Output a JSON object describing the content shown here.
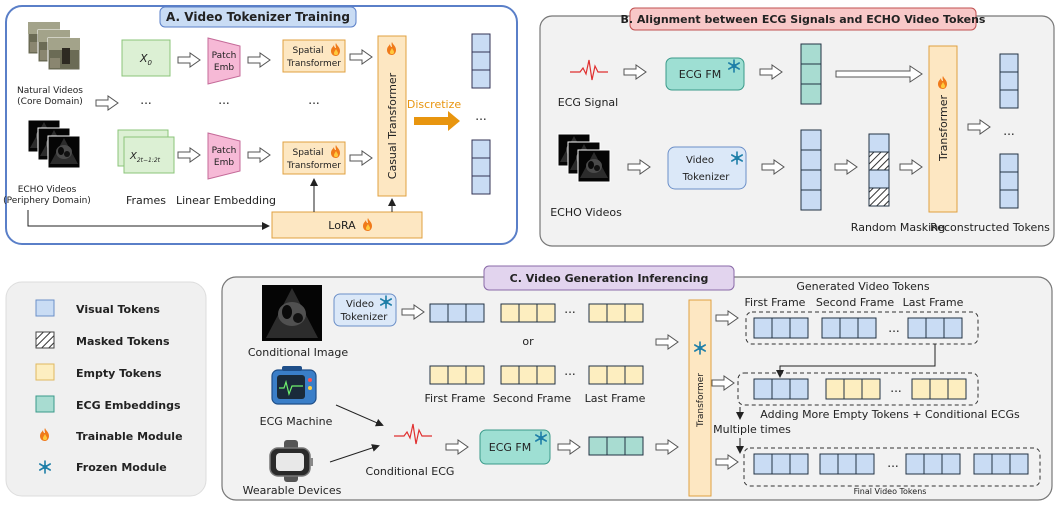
{
  "panel_a": {
    "title": "A. Video Tokenizer Training",
    "natural_videos": "Natural Videos",
    "natural_videos_sub": "(Core Domain)",
    "echo_videos": "ECHO Videos",
    "echo_videos_sub": "(Periphery Domain)",
    "x0": "X",
    "x0_sub": "0",
    "x2t": "X",
    "x2t_sub": "2t−1:2t",
    "dots": "...",
    "patch_emb_1": "Patch",
    "patch_emb_2": "Emb",
    "spatial_1": "Spatial",
    "spatial_2": "Transformer",
    "casual_transformer": "Casual Transformer",
    "discretize": "Discretize",
    "frames": "Frames",
    "linear_embedding": "Linear Embedding",
    "lora": "LoRA"
  },
  "panel_b": {
    "title": "B. Alignment between ECG Signals and ECHO Video Tokens",
    "ecg_signal": "ECG Signal",
    "ecg_fm": "ECG FM",
    "echo_videos": "ECHO Videos",
    "video_tokenizer_1": "Video",
    "video_tokenizer_2": "Tokenizer",
    "transformer": "Transformer",
    "random_masking": "Random Masking",
    "reconstructed_tokens": "Reconstructed Tokens",
    "dots": "..."
  },
  "panel_c": {
    "title": "C. Video Generation Inferencing",
    "video_tokenizer_1": "Video",
    "video_tokenizer_2": "Tokenizer",
    "conditional_image": "Conditional Image",
    "or": "or",
    "first_frame": "First Frame",
    "second_frame": "Second Frame",
    "last_frame": "Last Frame",
    "ecg_machine": "ECG Machine",
    "wearable_devices": "Wearable Devices",
    "conditional_ecg": "Conditional ECG",
    "ecg_fm": "ECG FM",
    "transformer": "Transformer",
    "generated_video_tokens": "Generated Video Tokens",
    "adding_more": "Adding More Empty Tokens + Conditional ECGs",
    "multiple_times": "Multiple times",
    "final_video_tokens": "Final Video Tokens",
    "dots": "..."
  },
  "legend": {
    "visual_tokens": "Visual Tokens",
    "masked_tokens": "Masked Tokens",
    "empty_tokens": "Empty Tokens",
    "ecg_embeddings": "ECG Embeddings",
    "trainable_module": "Trainable Module",
    "frozen_module": "Frozen Module"
  },
  "colors": {
    "visual": "#c9dcf4",
    "empty": "#fdeec0",
    "ecg_embed": "#a8dcd1",
    "orange_box": "#fde7c2",
    "pink": "#f6b9d6",
    "green_box": "#dcf0d4",
    "teal_box": "#9edfd3",
    "video_tok_box": "#dbe8f8",
    "panel_a_border": "#5a7fc8",
    "panel_a_title": "#c9dcf4",
    "panel_b_title": "#f8c8c8",
    "panel_c_title": "#e2d4ee",
    "discretize": "#e8950f"
  },
  "icons": [
    "fire-icon",
    "snowflake-icon",
    "ecg-wave-icon",
    "ecg-machine-icon",
    "smartwatch-icon"
  ]
}
